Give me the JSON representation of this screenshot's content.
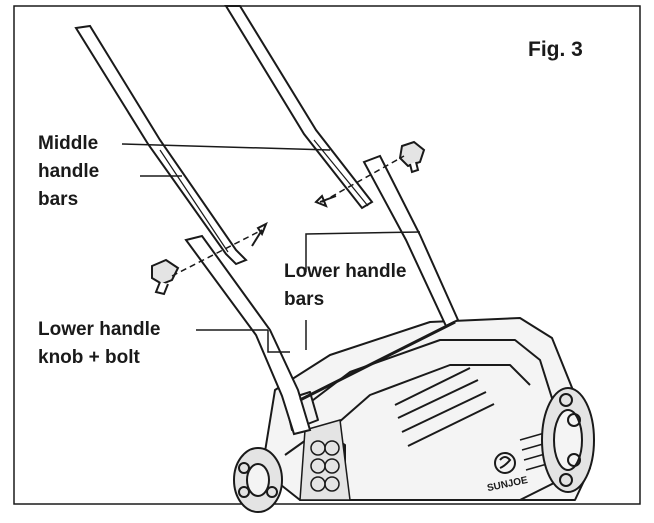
{
  "figure": {
    "title": "Fig. 3",
    "brand": "SUNJOE",
    "labels": {
      "middle_handle_bars": [
        "Middle",
        "handle",
        "bars"
      ],
      "lower_handle_bars": [
        "Lower handle",
        "bars"
      ],
      "lower_handle_knob_bolt": [
        "Lower handle",
        "knob + bolt"
      ]
    }
  },
  "colors": {
    "stroke": "#1a1a1a",
    "body_fill": "#f4f4f4",
    "wheel_fill": "#e4e4e4",
    "background": "#ffffff"
  }
}
